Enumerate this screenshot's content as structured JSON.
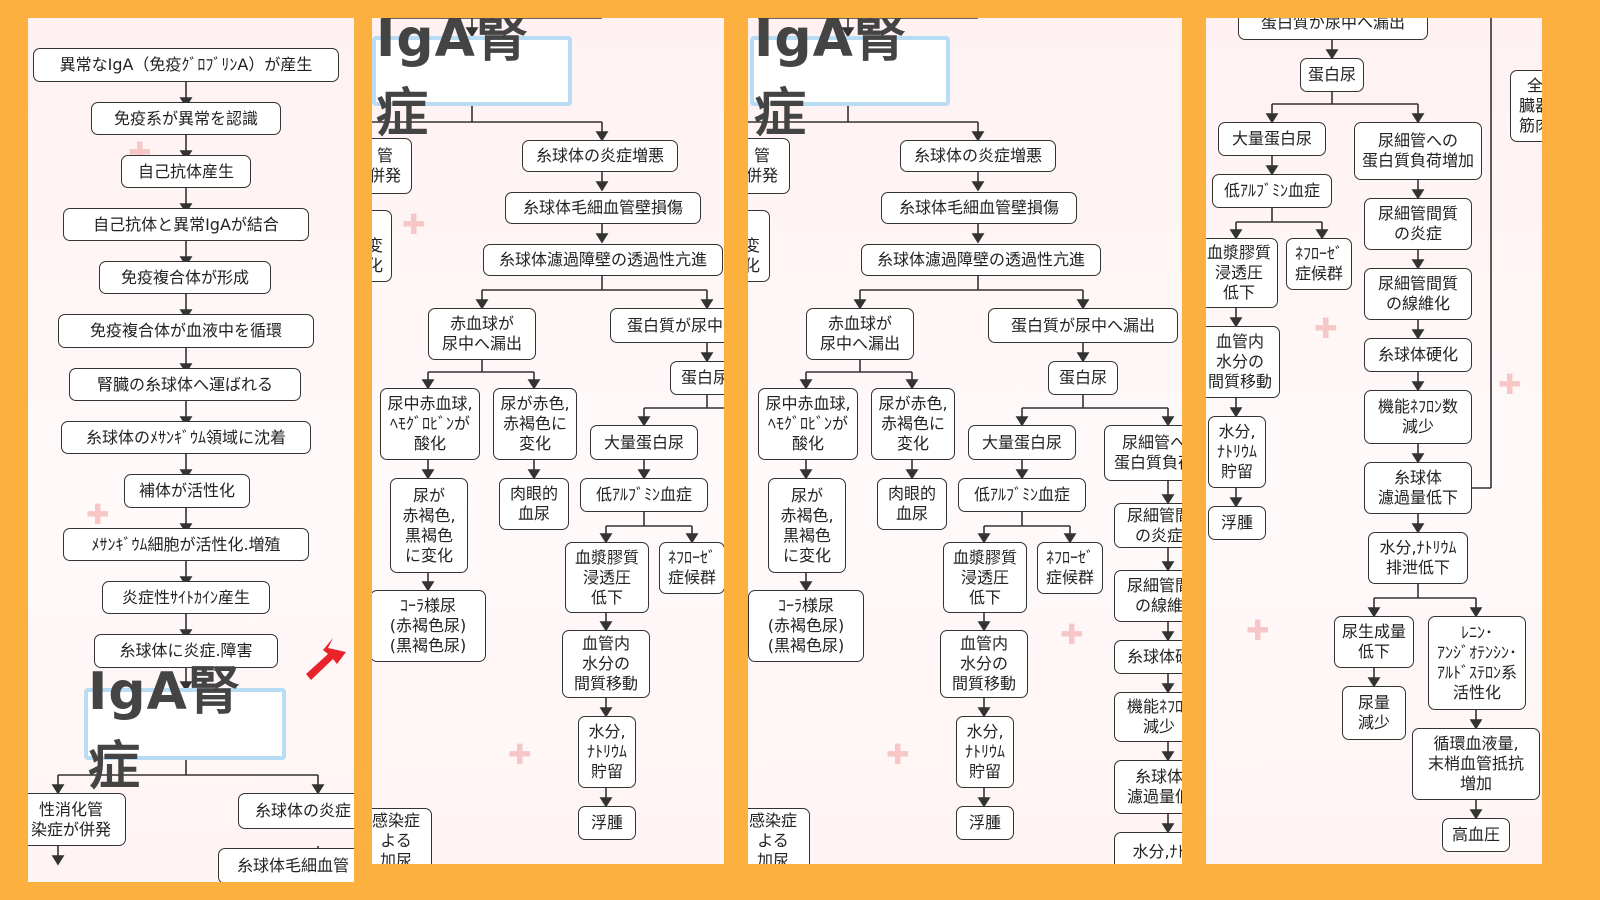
{
  "title": "IgA腎症",
  "panels": [
    {
      "nodes": [
        "異常なIgA（免疫ｸﾞﾛﾌﾞﾘﾝA）が産生",
        "免疫系が異常を認識",
        "自己抗体産生",
        "自己抗体と異常IgAが結合",
        "免疫複合体が形成",
        "免疫複合体が血液中を循環",
        "腎臓の糸球体へ運ばれる",
        "糸球体のﾒｻﾝｷﾞｳﾑ領域に沈着",
        "補体が活性化",
        "ﾒｻﾝｷﾞｳﾑ細胞が活性化.増殖",
        "炎症性ｻｲﾄｶｲﾝ産生",
        "糸球体に炎症.障害",
        "IgA腎症",
        "性消化管\n染症が併発",
        "糸球体の炎症",
        "糸球体毛細血管"
      ]
    },
    {
      "nodes": [
        "IgA腎症",
        "管\n併発",
        "\n変\n化",
        "糸球体の炎症増悪",
        "糸球体毛細血管壁損傷",
        "糸球体濾過障壁の透過性亢進",
        "赤血球が\n尿中へ漏出",
        "蛋白質が尿中",
        "蛋白尿",
        "尿中赤血球,\nﾍﾓｸﾞﾛﾋﾞﾝが\n酸化",
        "尿が赤色,\n赤褐色に\n変化",
        "大量蛋白尿",
        "尿が\n赤褐色,\n黒褐色\nに変化",
        "肉眼的\n血尿",
        "低ｱﾙﾌﾞﾐﾝ血症",
        "血漿膠質\n浸透圧\n低下",
        "ﾈﾌﾛｰｾﾞ\n症候群",
        "ｺｰﾗ様尿\n(赤褐色尿)\n(黒褐色尿)",
        "血管内\n水分の\n間質移動",
        "水分,\nﾅﾄﾘｳﾑ\n貯留",
        "浮腫",
        "感染症\nよる\n加尿"
      ]
    },
    {
      "nodes": [
        "IgA腎症",
        "管\n併発",
        "\n変\n化",
        "糸球体の炎症増悪",
        "糸球体毛細血管壁損傷",
        "糸球体濾過障壁の透過性亢進",
        "赤血球が\n尿中へ漏出",
        "蛋白質が尿中へ漏出",
        "蛋白尿",
        "尿中赤血球,\nﾍﾓｸﾞﾛﾋﾞﾝが\n酸化",
        "尿が赤色,\n赤褐色に\n変化",
        "大量蛋白尿",
        "尿細管へ\n蛋白質負荷",
        "尿が\n赤褐色,\n黒褐色\nに変化",
        "肉眼的\n血尿",
        "低ｱﾙﾌﾞﾐﾝ血症",
        "尿細管間\nの炎症",
        "血漿膠質\n浸透圧\n低下",
        "ﾈﾌﾛｰｾﾞ\n症候群",
        "尿細管間\nの線維",
        "ｺｰﾗ様尿\n(赤褐色尿)\n(黒褐色尿)",
        "糸球体硬",
        "血管内\n水分の\n間質移動",
        "機能ﾈﾌﾛﾝ\n減少",
        "水分,\nﾅﾄﾘｳﾑ\n貯留",
        "糸球体\n濾過量低",
        "感染症\nよる\n加尿",
        "浮腫",
        "水分,ﾅﾄ"
      ]
    },
    {
      "nodes": [
        "蛋白質が尿中へ漏出",
        "蛋白尿",
        "大量蛋白尿",
        "尿細管への\n蛋白質負荷増加",
        "低ｱﾙﾌﾞﾐﾝ血症",
        "尿細管間質\nの炎症",
        "血漿膠質\n浸透圧\n低下",
        "ﾈﾌﾛｰｾﾞ\n症候群",
        "尿細管間質\nの線維化",
        "血管内\n水分の\n間質移動",
        "糸球体硬化",
        "機能ﾈﾌﾛﾝ数\n減少",
        "水分,\nﾅﾄﾘｳﾑ\n貯留",
        "糸球体\n濾過量低下",
        "浮腫",
        "水分,ﾅﾄﾘｳﾑ\n排泄低下",
        "尿生成量\n低下",
        "ﾚﾆﾝ･\nｱﾝｼﾞｵﾃﾝｼﾝ･\nｱﾙﾄﾞｽﾃﾛﾝ系\n活性化",
        "尿量\n減少",
        "循環血液量,\n末梢血管抵抗\n増加",
        "高血圧",
        "全\n臓器\n筋肉"
      ]
    }
  ]
}
